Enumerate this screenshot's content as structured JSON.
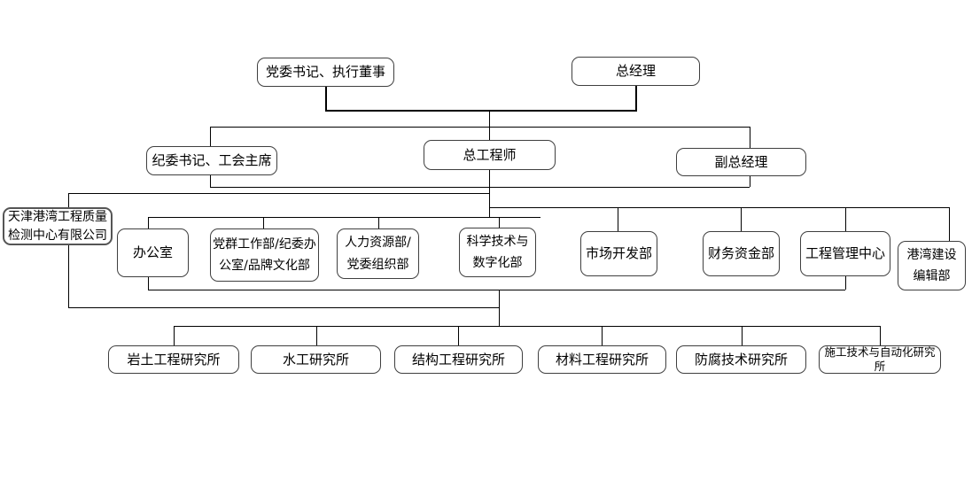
{
  "diagram": {
    "type": "org-chart",
    "company": "天津港湾工程质量检测中心有限公司",
    "colors": {
      "background": "#ffffff",
      "box_fill": "#ffffff",
      "box_border": "#3f3f3f",
      "line": "#000000",
      "text": "#000000"
    },
    "nodes": [
      {
        "id": "party-secretary",
        "label": "党委书记、执行董事"
      },
      {
        "id": "general-manager",
        "label": "总经理"
      },
      {
        "id": "discipline-union",
        "label": "纪委书记、工会主席"
      },
      {
        "id": "chief-engineer",
        "label": "总工程师"
      },
      {
        "id": "deputy-gm",
        "label": "副总经理"
      },
      {
        "id": "quality-testing-co",
        "label": "天津港湾工程质量检测中心有限公司"
      },
      {
        "id": "office",
        "label": "办公室"
      },
      {
        "id": "party-mass-dept",
        "label": "党群工作部/纪委办公室/品牌文化部"
      },
      {
        "id": "hr-org-dept",
        "label": "人力资源部/党委组织部"
      },
      {
        "id": "sci-tech-digital",
        "label": "科学技术与数字化部"
      },
      {
        "id": "market-dev-dept",
        "label": "市场开发部"
      },
      {
        "id": "finance-dept",
        "label": "财务资金部"
      },
      {
        "id": "eng-mgmt-center",
        "label": "工程管理中心"
      },
      {
        "id": "harbor-editorial",
        "label": "港湾建设编辑部"
      },
      {
        "id": "geotech-institute",
        "label": "岩土工程研究所"
      },
      {
        "id": "hydraulic-institute",
        "label": "水工研究所"
      },
      {
        "id": "structural-institute",
        "label": "结构工程研究所"
      },
      {
        "id": "material-institute",
        "label": "材料工程研究所"
      },
      {
        "id": "anticorrosion-institute",
        "label": "防腐技术研究所"
      },
      {
        "id": "construction-automation-institute",
        "label": "施工技术与自动化研究所"
      }
    ],
    "groups": [
      {
        "parents": [
          "党委书记、执行董事",
          "总经理"
        ],
        "children": [
          "纪委书记、工会主席",
          "总工程师",
          "副总经理"
        ]
      },
      {
        "parents": [
          "纪委书记、工会主席",
          "总工程师",
          "副总经理"
        ],
        "children": [
          "天津港湾工程质量检测中心有限公司",
          "办公室",
          "党群工作部/纪委办公室/品牌文化部",
          "人力资源部/党委组织部",
          "科学技术与数字化部",
          "市场开发部",
          "财务资金部",
          "工程管理中心",
          "港湾建设编辑部"
        ]
      },
      {
        "parents": [
          "天津港湾工程质量检测中心有限公司"
        ],
        "children": [
          "岩土工程研究所",
          "水工研究所",
          "结构工程研究所",
          "材料工程研究所",
          "防腐技术研究所",
          "施工技术与自动化研究所"
        ]
      }
    ]
  }
}
